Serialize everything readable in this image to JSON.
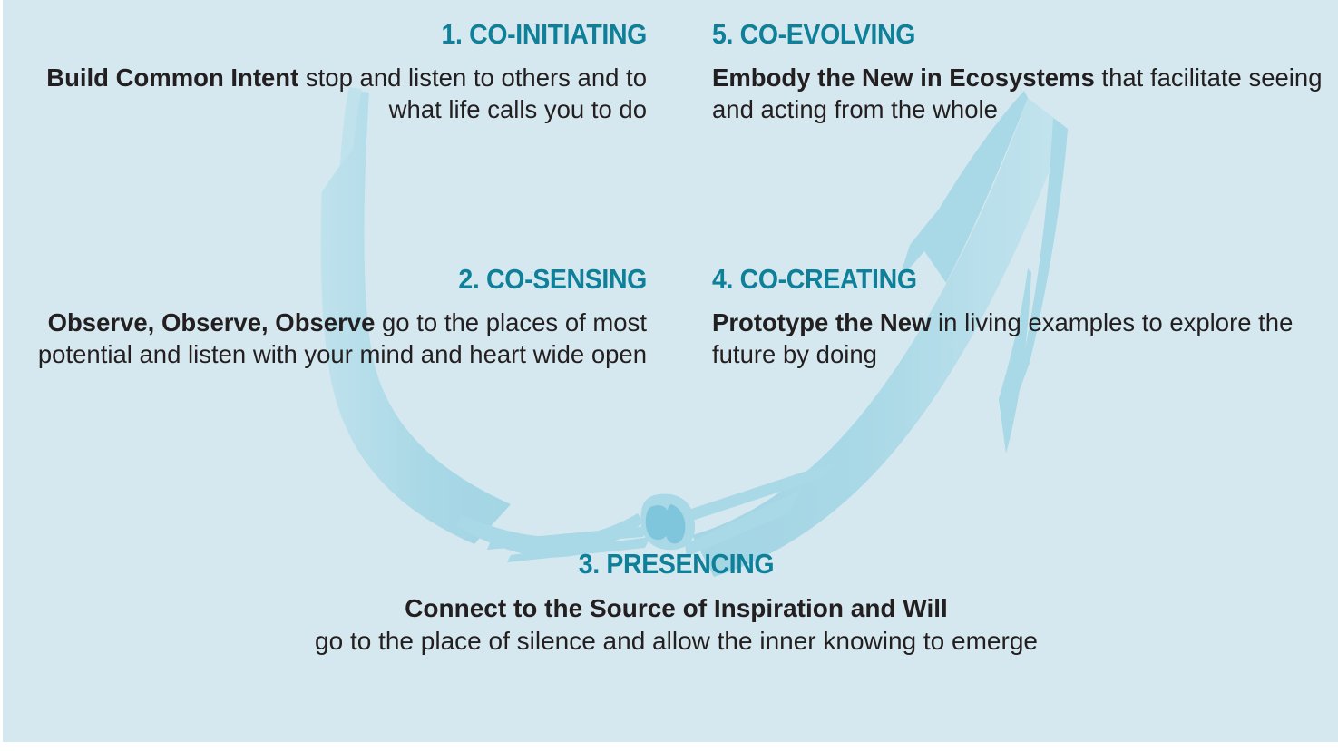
{
  "diagram": {
    "title": "Theory U - Five Movements",
    "colors": {
      "background": "#d6e8ef",
      "heading": "#0e8099",
      "body_text": "#231f20",
      "arrow_fill": "#a9d8e6",
      "arrow_fill_light": "#bfe2ed",
      "knot_fill": "#a9d8e6",
      "knot_inner": "#7fc6dd"
    },
    "graphic": {
      "name": "u-process-arrow",
      "description": "Large light-blue U-shaped arrow sweeping down the left side, across the bottom, and up the right side, with feathered arrow tails meeting at a knot at the bottom center and a feathered arrowhead at the top right."
    }
  },
  "steps": [
    {
      "number": "1.",
      "heading": "1. CO-INITIATING",
      "align": "right",
      "lead": "Build Common Intent",
      "rest": " stop and listen to others and to what life calls you to do"
    },
    {
      "number": "5.",
      "heading": "5. CO-EVOLVING",
      "align": "left",
      "lead": "Embody the New in Ecosystems",
      "rest": " that facilitate seeing and acting from the whole"
    },
    {
      "number": "2.",
      "heading": "2. CO-SENSING",
      "align": "right",
      "lead": "Observe, Observe, Observe",
      "rest": " go to the places of most potential and listen with your mind and heart wide open"
    },
    {
      "number": "4.",
      "heading": "4. CO-CREATING",
      "align": "left",
      "lead": "Prototype the New",
      "rest": " in living examples to explore the future by doing"
    },
    {
      "number": "3.",
      "heading": "3. PRESENCING",
      "align": "center",
      "lead": "Connect to the Source of Inspiration and Will",
      "rest": "go to the place of silence and allow the inner knowing to emerge"
    }
  ]
}
